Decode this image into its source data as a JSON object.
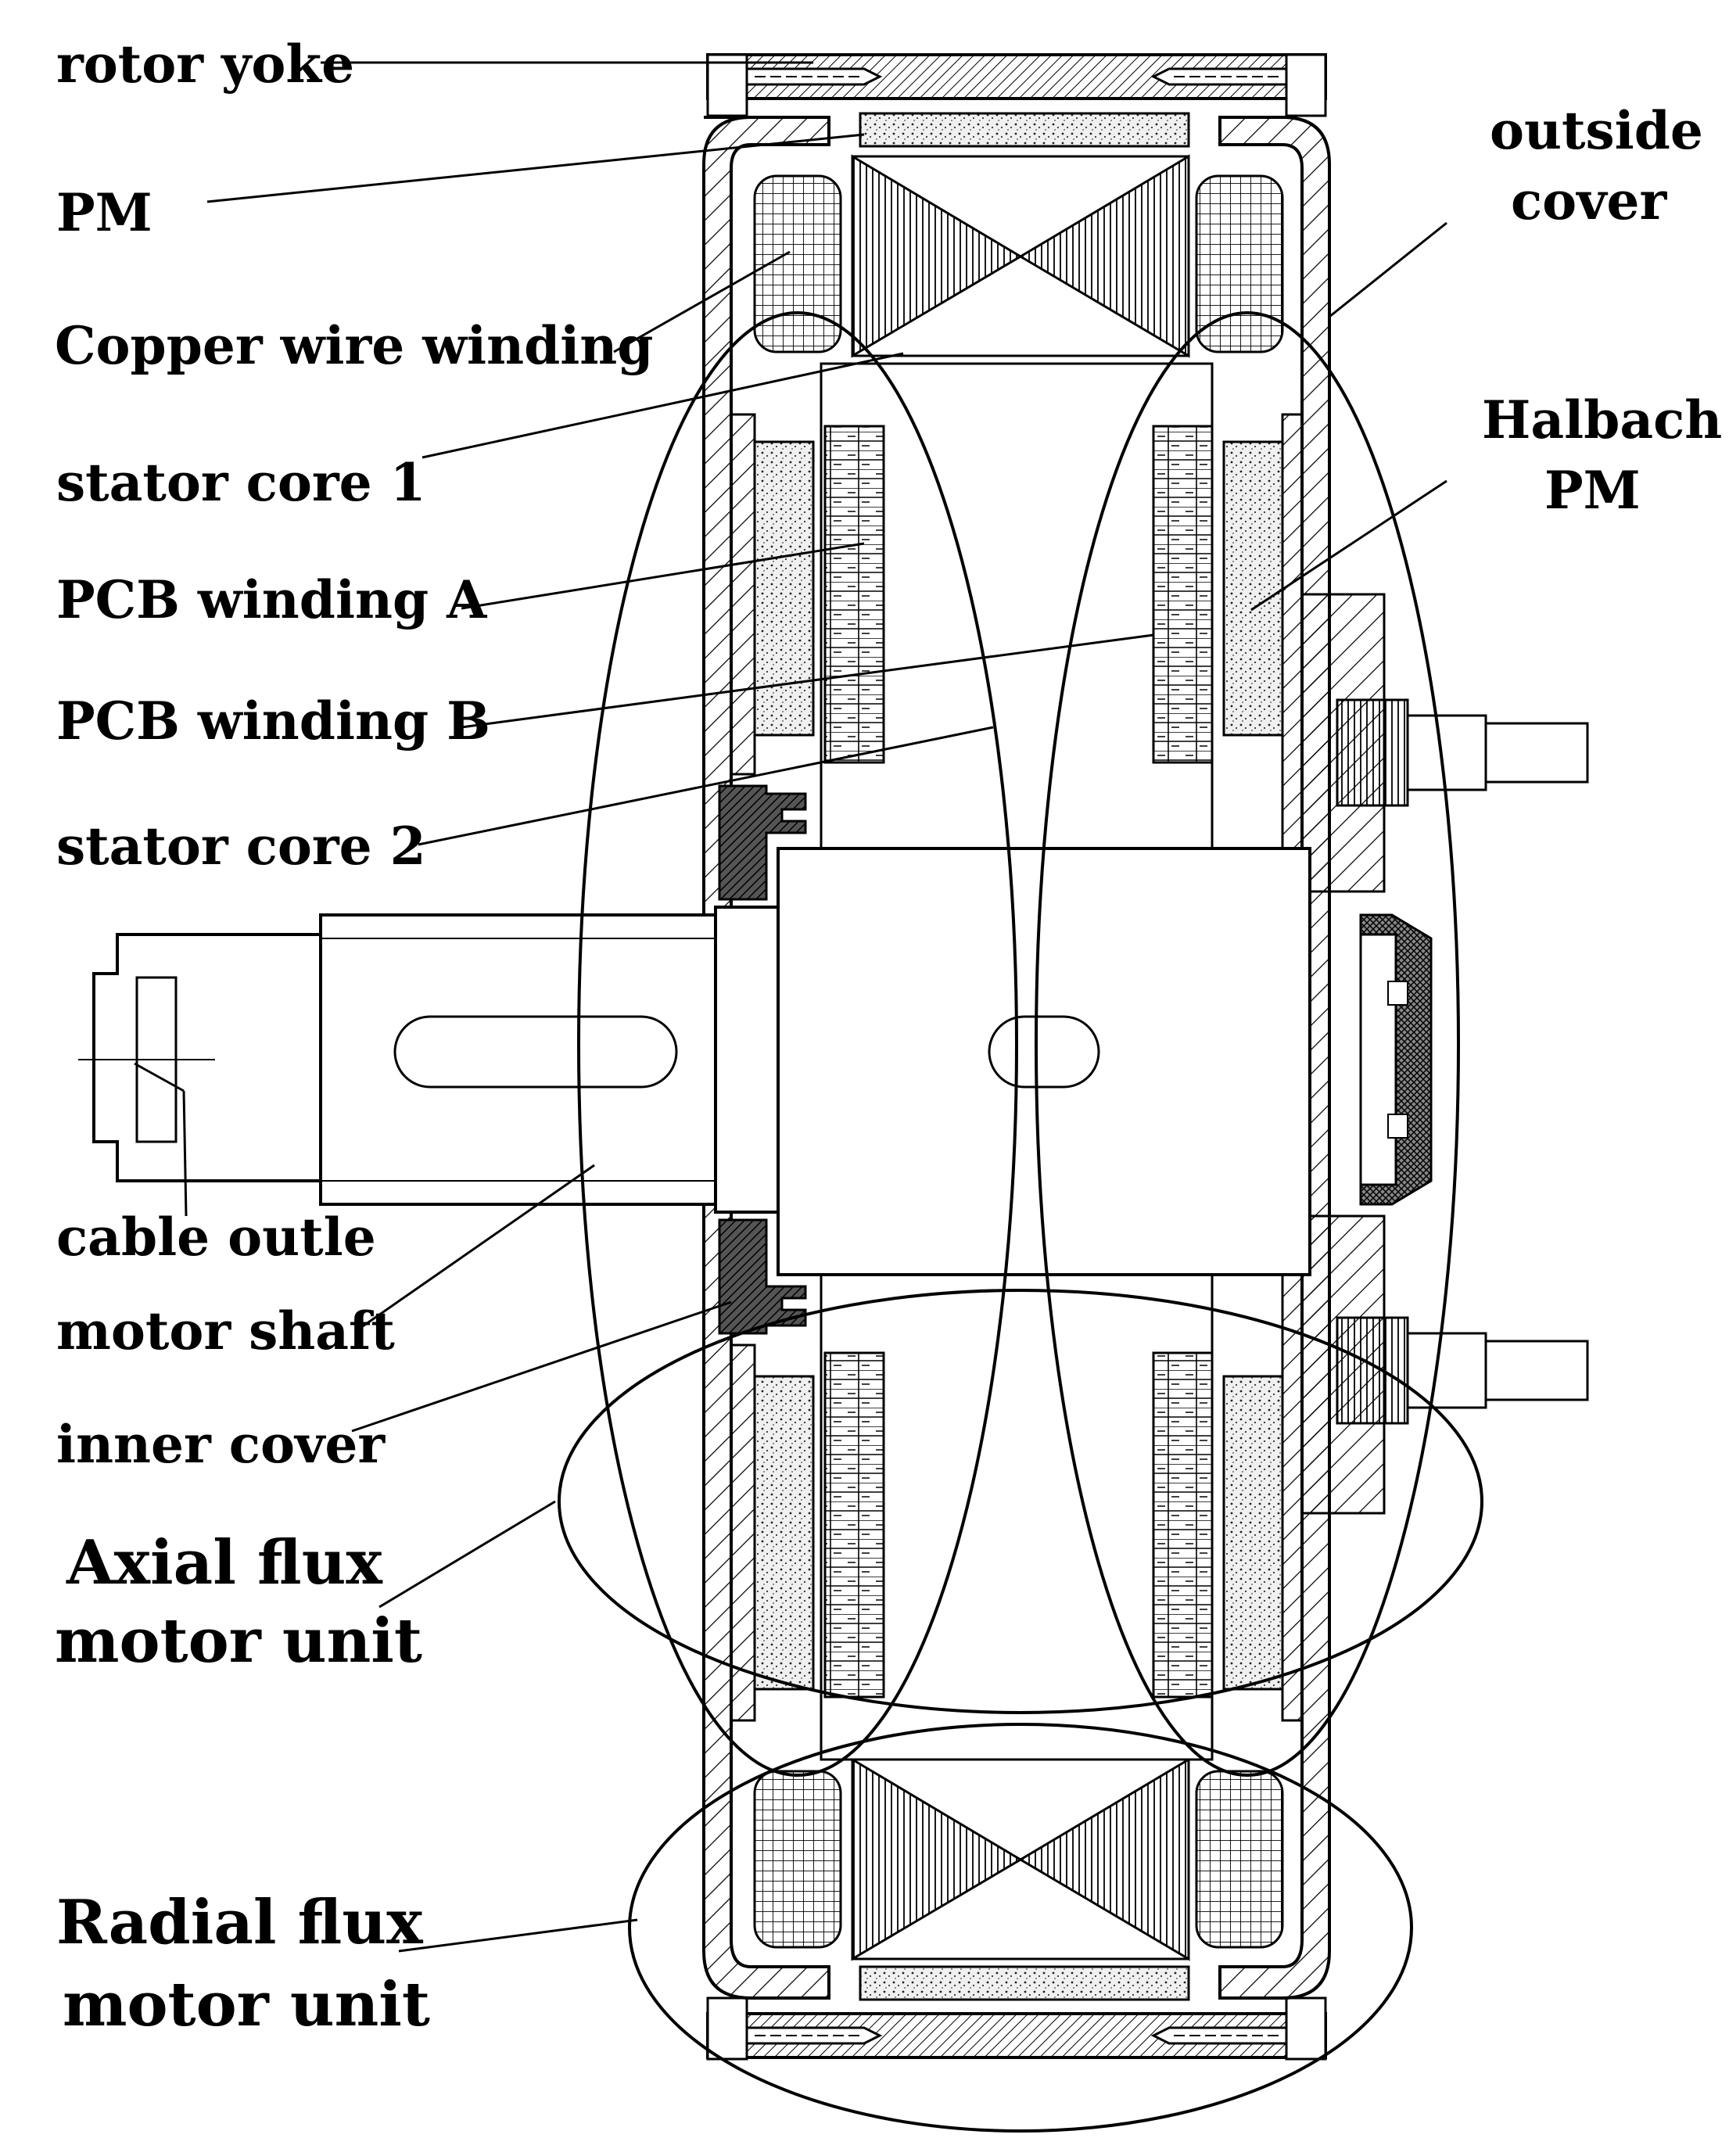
{
  "labels": {
    "rotor_yoke": "rotor yoke",
    "pm": "PM",
    "copper_wire_winding": "Copper wire winding",
    "stator_core_1": "stator core 1",
    "pcb_winding_a": "PCB winding A",
    "pcb_winding_b": "PCB winding B",
    "stator_core_2": "stator core 2",
    "cable_outlet": "cable outle",
    "motor_shaft": "motor shaft",
    "inner_cover": "inner cover",
    "outside_cover_1": "outside",
    "outside_cover_2": "cover",
    "halbach_pm_1": "Halbach",
    "halbach_pm_2": "PM",
    "axial_unit_1": "Axial flux",
    "axial_unit_2": "motor unit",
    "radial_unit_1": "Radial flux",
    "radial_unit_2": "motor unit"
  },
  "colors": {
    "stroke": "#000000",
    "background": "#ffffff"
  }
}
